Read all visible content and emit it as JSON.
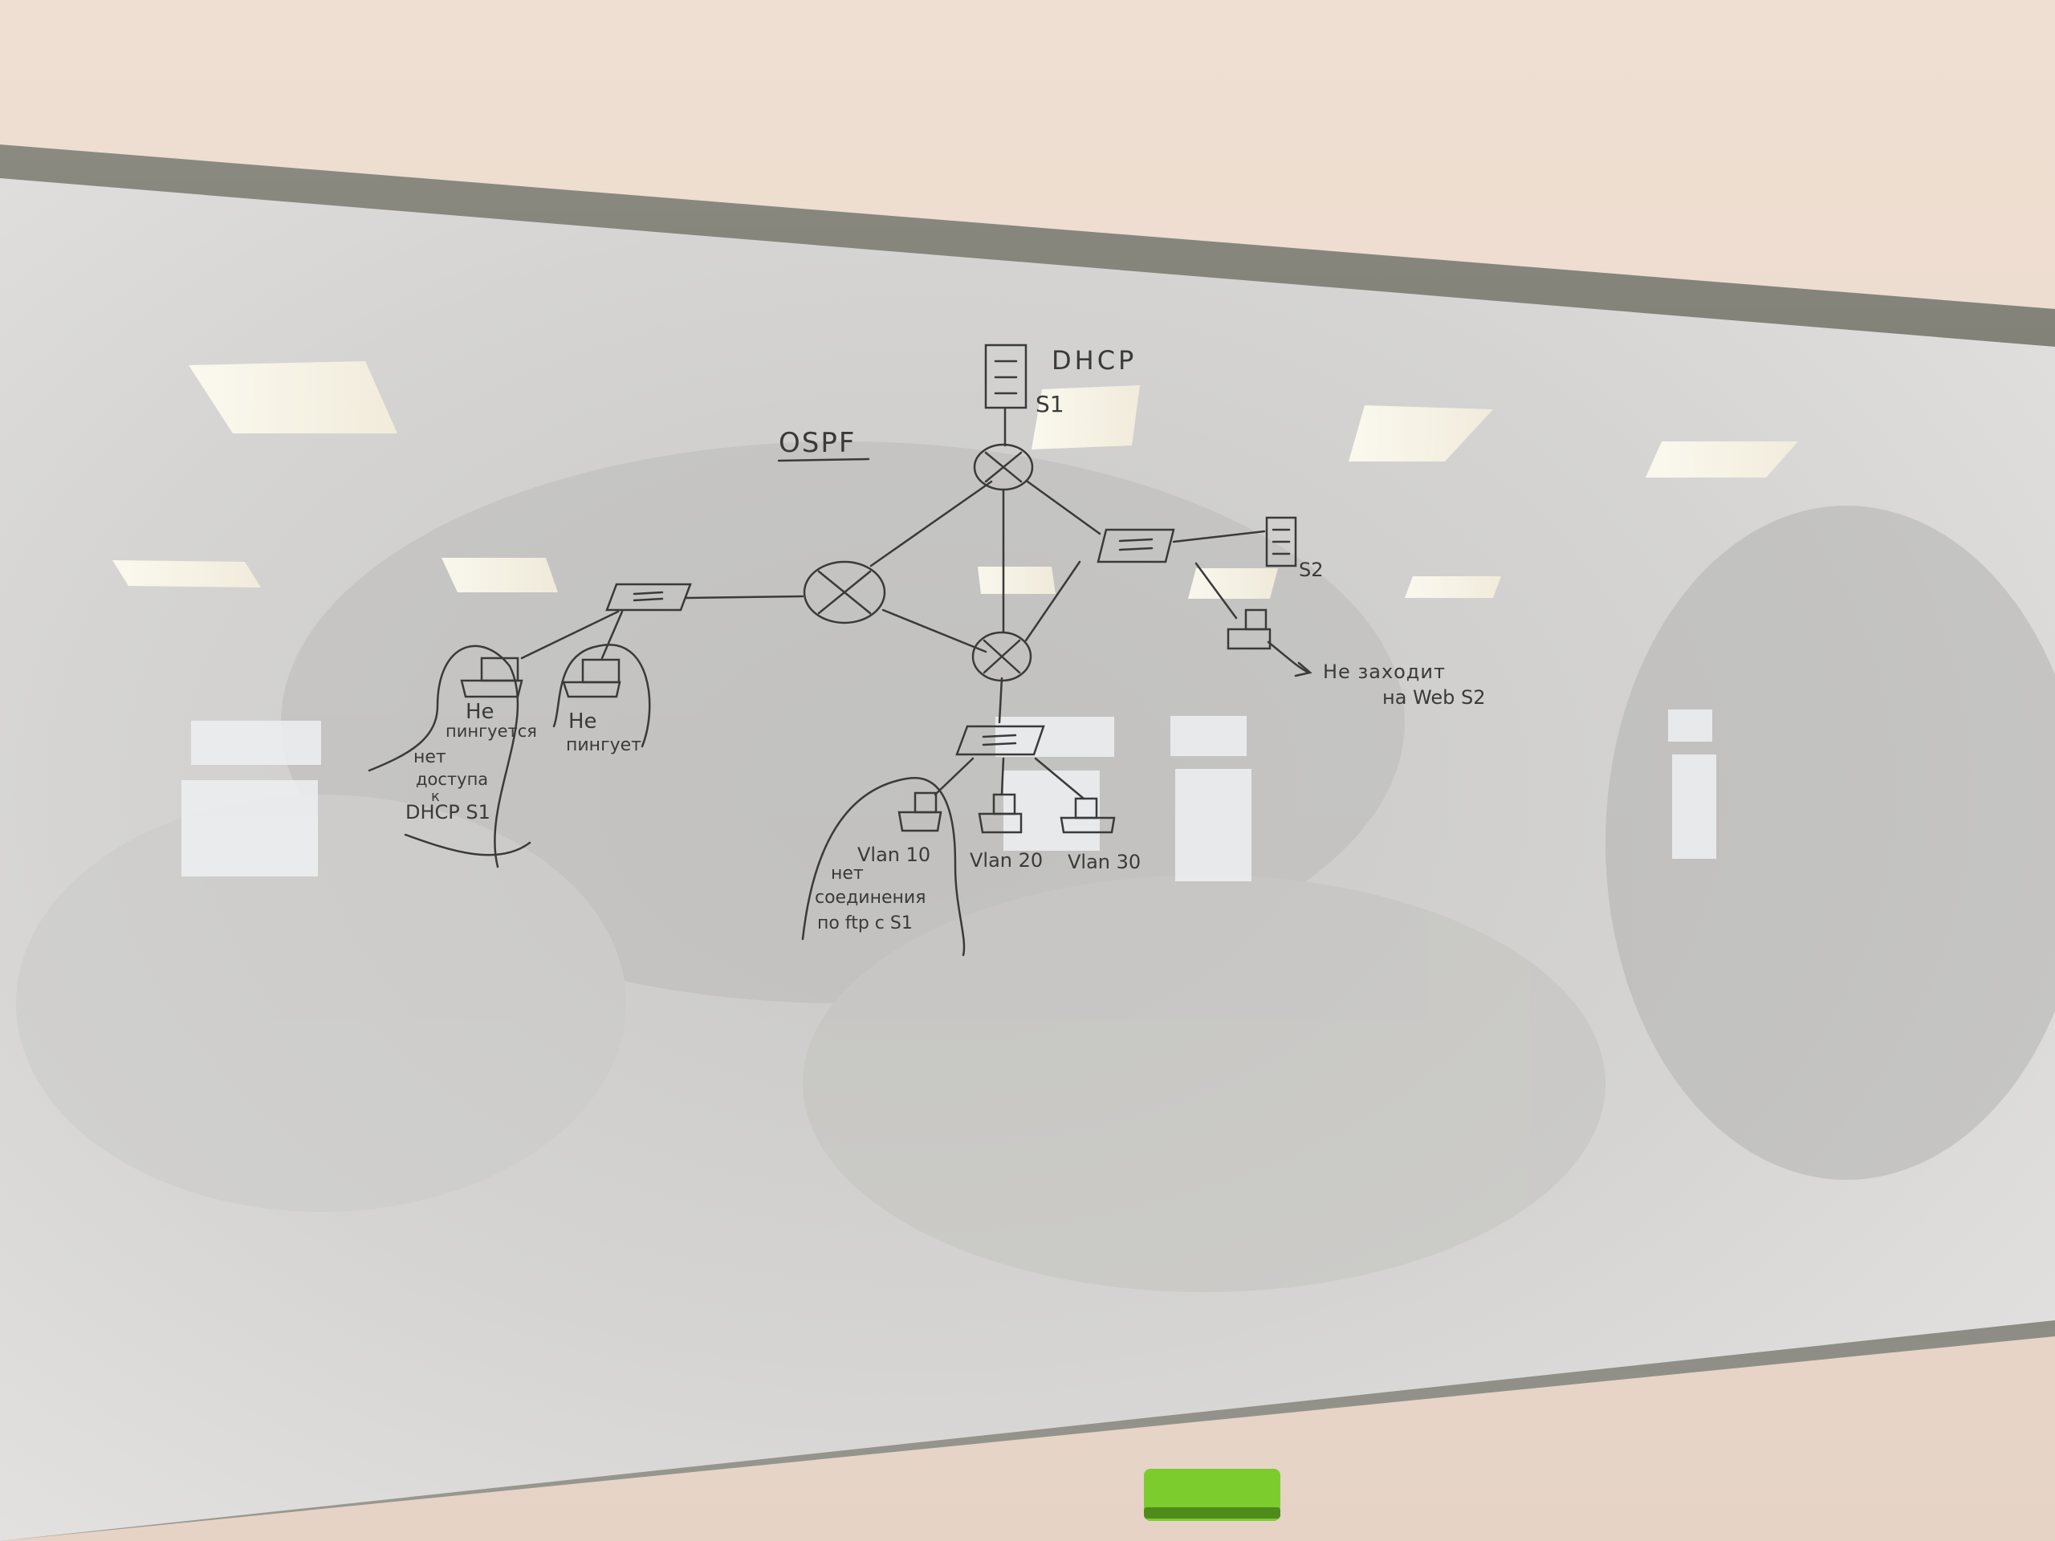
{
  "diagram": {
    "title": "OSPF",
    "dhcp_server": {
      "label": "DHCP",
      "name": "S1"
    },
    "server_2": {
      "name": "S2"
    },
    "annotations": {
      "left_pc1_line1": "Не",
      "left_pc1_line2": "пингуется",
      "left_pc2_line1": "Не",
      "left_pc2_line2": "пингует",
      "no_access_line1": "нет",
      "no_access_line2": "доступа",
      "no_access_line3": "к",
      "no_access_line4": "DHCP S1",
      "web_line1": "Не заходит",
      "web_line2": "на Web S2",
      "vlan10_line1": "Vlan 10",
      "vlan10_line2": "нет",
      "vlan10_line3": "соединения",
      "vlan10_line4": "по ftp с S1",
      "vlan20": "Vlan 20",
      "vlan30": "Vlan 30"
    }
  }
}
